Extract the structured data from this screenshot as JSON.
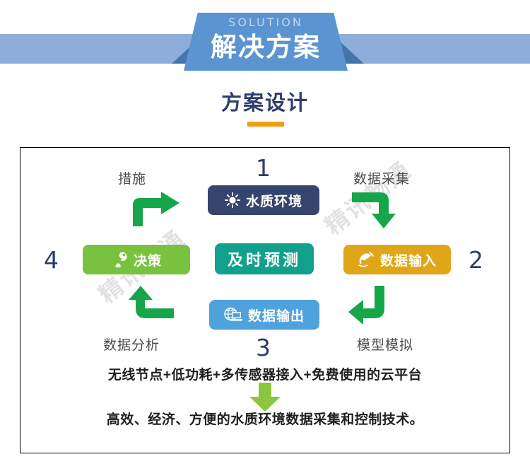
{
  "banner": {
    "solution_en": "SOLUTION",
    "solution_cn": "解决方案",
    "bar_color": "#8fadda",
    "ribbon_color": "#5b94d0",
    "fold_color": "#4476ab"
  },
  "section": {
    "title": "方案设计",
    "title_color": "#2e3d6e",
    "underline_color": "#ef9f15"
  },
  "watermark": {
    "text": "精讯畅通"
  },
  "diagram": {
    "chips": [
      {
        "key": "water",
        "label": "水质环境",
        "icon": "sun-icon",
        "color": "#36456e",
        "number": "1"
      },
      {
        "key": "input",
        "label": "数据输入",
        "icon": "satellite-dish-icon",
        "color": "#e0a619",
        "number": "2"
      },
      {
        "key": "output",
        "label": "数据输出",
        "icon": "globe-computer-icon",
        "color": "#4fa3dd",
        "number": "3"
      },
      {
        "key": "decide",
        "label": "决策",
        "icon": "wrench-icon",
        "color": "#79c23f",
        "number": "4"
      },
      {
        "key": "center",
        "label": "及时预测",
        "icon": "",
        "color": "#11a08c",
        "number": ""
      }
    ],
    "numbers": {
      "one": "1",
      "two": "2",
      "three": "3",
      "four": "4"
    },
    "step_labels": {
      "measure": "措施",
      "collect": "数据采集",
      "analyze": "数据分析",
      "model": "模型模拟"
    },
    "arrow_color": "#16a64a",
    "down_arrow_color": "#8cc63f"
  },
  "bottom": {
    "line1": "无线节点+低功耗+多传感器接入+免费使用的云平台",
    "line2": "高效、经济、方便的水质环境数据采集和控制技术。"
  }
}
